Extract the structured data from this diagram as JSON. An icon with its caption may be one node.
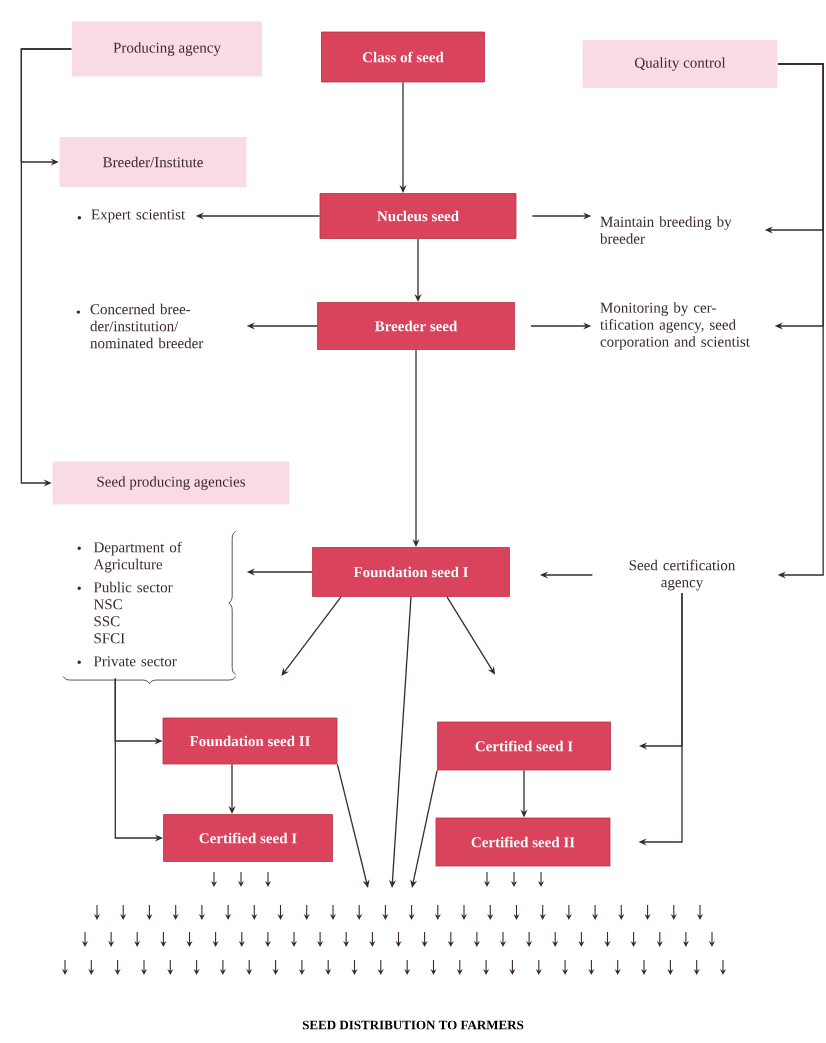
{
  "diagram": {
    "caption": "SEED DISTRIBUTION TO FARMERS",
    "nodes": [
      {
        "text": [
          "Producing agency"
        ]
      },
      {
        "text": [
          "Class of seed"
        ]
      },
      {
        "text": [
          "Quality control"
        ]
      },
      {
        "text": [
          "Breeder/Institute"
        ]
      },
      {
        "text": [
          "Expert scientist"
        ]
      },
      {
        "text": [
          "Nucleus seed"
        ]
      },
      {
        "text": [
          "Maintain breeding by breeder"
        ]
      },
      {
        "text": [
          "Concerned bree- der/institution/ nominated breeder"
        ]
      },
      {
        "text": [
          "Breeder seed"
        ]
      },
      {
        "text": [
          "Monitoring by cer- tification agency, seed corporation and scientist"
        ]
      },
      {
        "text": [
          "Seed producing agencies"
        ]
      },
      {
        "text": [
          "Department of Agriculture",
          "Public sector",
          "NSC",
          "SSC",
          "SFCI",
          "Private sector"
        ]
      },
      {
        "text": [
          "Foundation seed I"
        ]
      },
      {
        "text": [
          "Seed certification agency"
        ]
      },
      {
        "text": [
          "Foundation seed II"
        ]
      },
      {
        "text": [
          "Certified seed I"
        ]
      },
      {
        "text": [
          "Certified seed I"
        ]
      },
      {
        "text": [
          "Certified seed II"
        ]
      }
    ],
    "edges": [
      {
        "from": 0,
        "to": 3,
        "arrow": "to"
      },
      {
        "from": 0,
        "to": 10,
        "arrow": "to"
      },
      {
        "from": 1,
        "to": 5,
        "arrow": "to"
      },
      {
        "from": 5,
        "to": 4,
        "arrow": "to"
      },
      {
        "from": 5,
        "to": 6,
        "arrow": "to"
      },
      {
        "from": 5,
        "to": 8,
        "arrow": "to"
      },
      {
        "from": 2,
        "to": 6,
        "arrow": "to"
      },
      {
        "from": 8,
        "to": 7,
        "arrow": "to"
      },
      {
        "from": 8,
        "to": 9,
        "arrow": "to"
      },
      {
        "from": 2,
        "to": 9,
        "arrow": "to"
      },
      {
        "from": 8,
        "to": 12,
        "arrow": "to"
      },
      {
        "from": 2,
        "to": 13,
        "arrow": "to"
      },
      {
        "from": 13,
        "to": 12,
        "arrow": "to"
      },
      {
        "from": 12,
        "to": 11,
        "arrow": "to"
      },
      {
        "from": 12,
        "to": 14,
        "arrow": "to"
      },
      {
        "from": 12,
        "to": 16,
        "arrow": "to"
      },
      {
        "from": 11,
        "to": 14,
        "arrow": "to"
      },
      {
        "from": 11,
        "to": 15,
        "arrow": "to"
      },
      {
        "from": 14,
        "to": 15,
        "arrow": "to"
      },
      {
        "from": 13,
        "to": 16,
        "arrow": "to"
      },
      {
        "from": 16,
        "to": 17,
        "arrow": "to"
      },
      {
        "from": 13,
        "to": 17,
        "arrow": "to"
      },
      {
        "from": 14,
        "to": null,
        "arrow": "to"
      },
      {
        "from": 12,
        "to": null,
        "arrow": "to"
      },
      {
        "from": 16,
        "to": null,
        "arrow": "to"
      }
    ]
  }
}
